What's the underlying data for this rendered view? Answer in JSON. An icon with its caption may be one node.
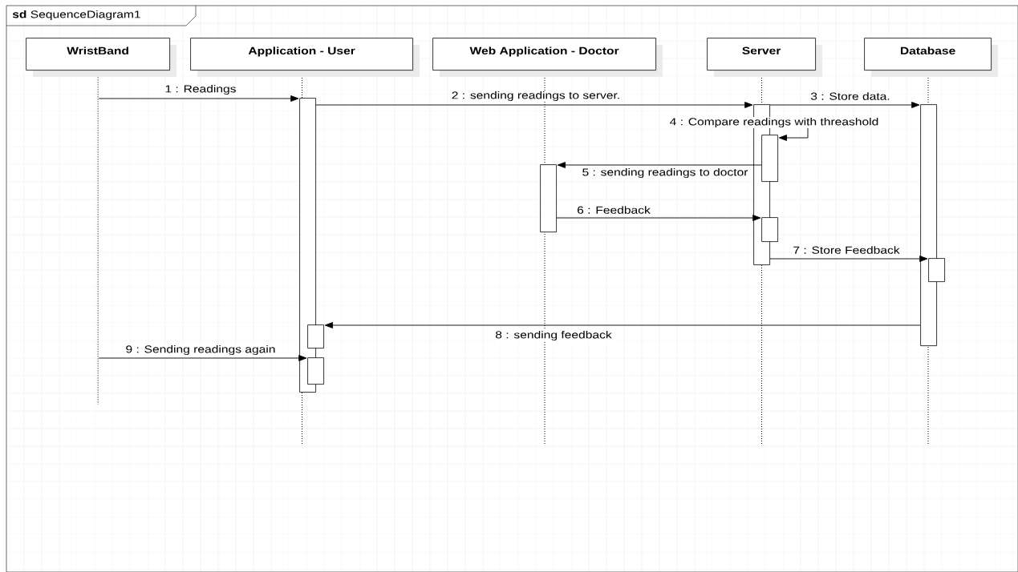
{
  "diagram": {
    "nodes": [
      {
        "text": [
          "**sd** SequenceDiagram1"
        ]
      },
      {
        "text": [
          "WristBand"
        ],
        "in": 0
      },
      {
        "text": [
          "Application - User"
        ],
        "in": 0
      },
      {
        "text": [
          "Web Application - Doctor"
        ],
        "in": 0
      },
      {
        "text": [
          "Server"
        ],
        "in": 0
      },
      {
        "text": [
          "Database"
        ],
        "in": 0
      },
      {
        "text": [],
        "shape": "bar",
        "in": 0
      },
      {
        "text": [],
        "shape": "bar",
        "in": 0
      },
      {
        "text": [],
        "shape": "bar",
        "in": 0
      },
      {
        "text": [],
        "shape": "bar",
        "in": 0
      },
      {
        "text": [],
        "shape": "bar",
        "in": 0
      },
      {
        "text": [],
        "shape": "bar",
        "in": 0
      },
      {
        "text": [],
        "shape": "bar",
        "in": 0
      },
      {
        "text": [],
        "shape": "bar",
        "in": 0
      },
      {
        "text": [],
        "shape": "bar",
        "in": 0
      },
      {
        "text": [],
        "shape": "line",
        "in": 0
      }
    ],
    "edges": [
      {
        "from": 15,
        "to": 6,
        "arrow": "to",
        "label": "1 : Readings"
      },
      {
        "from": 6,
        "to": 10,
        "arrow": "to",
        "label": "2 : sending readings to server."
      },
      {
        "from": 10,
        "to": 13,
        "arrow": "to",
        "label": "3 : Store data."
      },
      {
        "from": 10,
        "to": 11,
        "arrow": "to",
        "label": "4 : Compare readings with threashold"
      },
      {
        "from": 11,
        "to": 9,
        "arrow": "to",
        "label": "5 : sending readings to doctor"
      },
      {
        "from": 9,
        "to": 12,
        "arrow": "to",
        "label": "6 : Feedback"
      },
      {
        "from": 10,
        "to": 14,
        "arrow": "to",
        "label": "7 : Store Feedback"
      },
      {
        "from": 13,
        "to": 7,
        "arrow": "to",
        "label": "8 : sending feedback"
      },
      {
        "from": 15,
        "to": 8,
        "arrow": "to",
        "label": "9 : Sending readings again"
      }
    ]
  }
}
